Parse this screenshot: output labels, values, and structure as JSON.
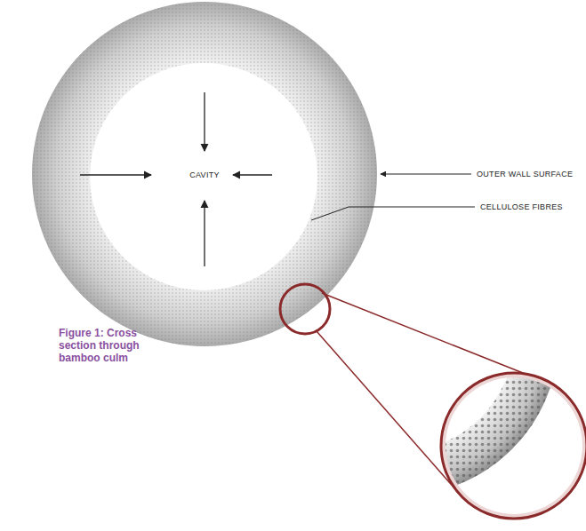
{
  "diagram": {
    "caption": "Figure 1: Cross section through bamboo culm",
    "labels": [
      "CAVITY",
      "OUTER WALL SURFACE",
      "CELLULOSE FIBRES"
    ]
  }
}
